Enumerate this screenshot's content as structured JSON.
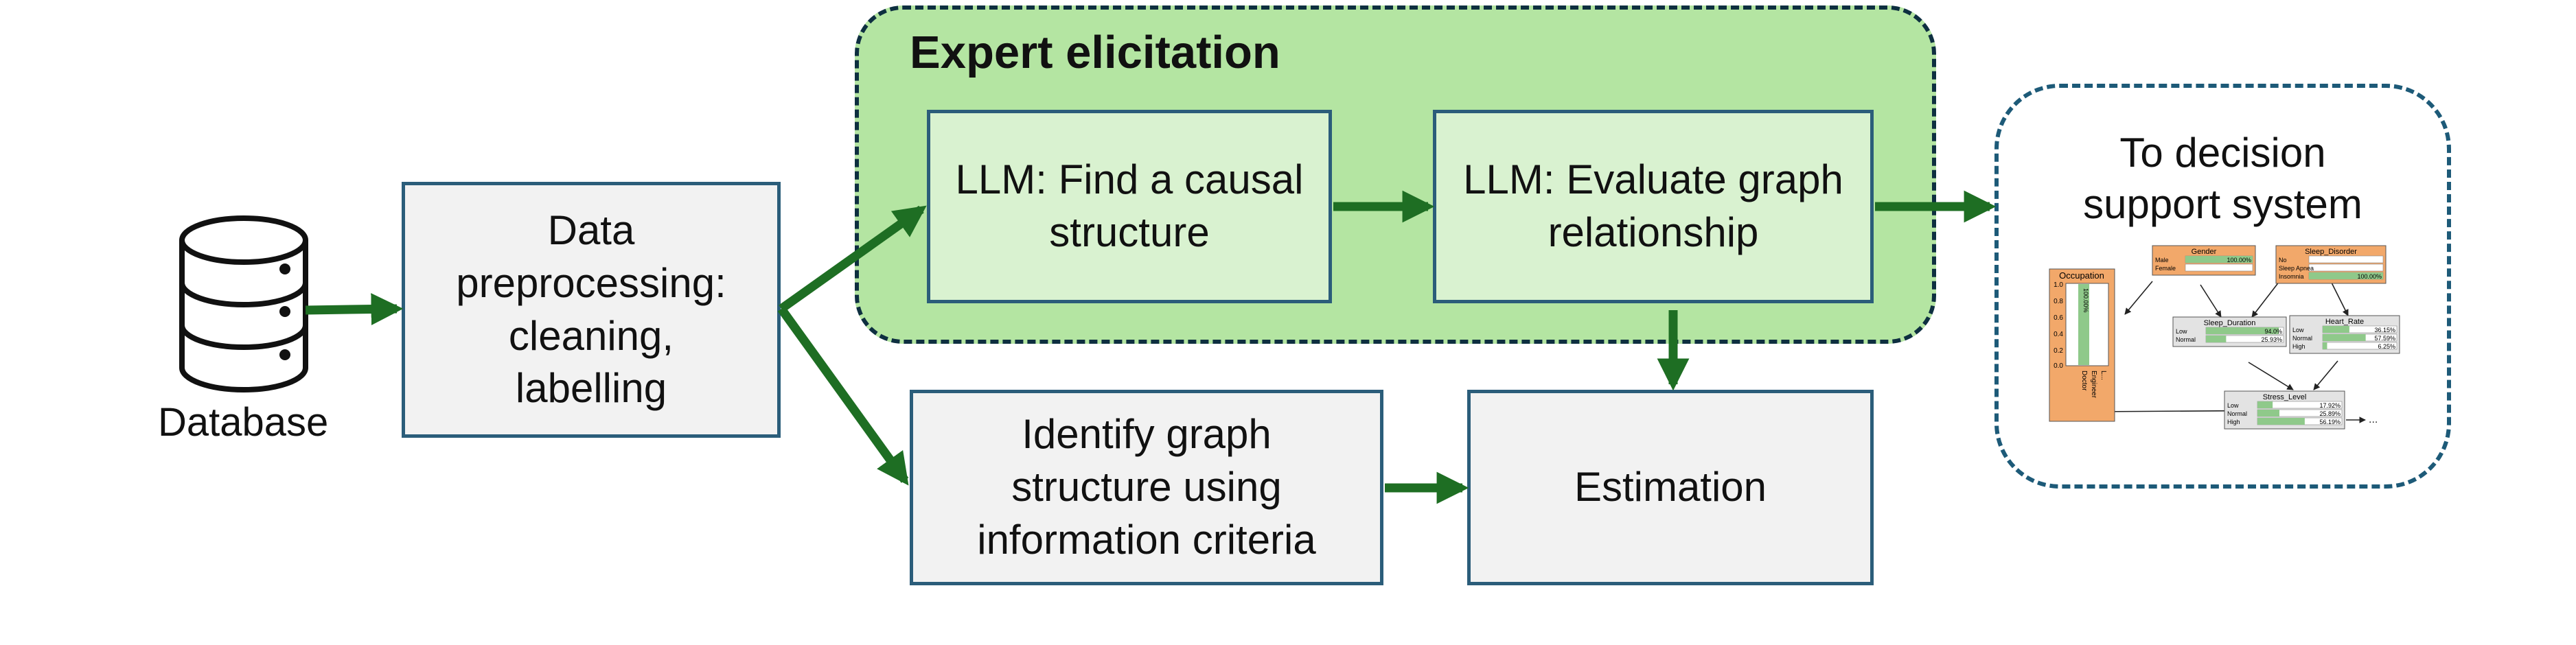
{
  "expert_group": {
    "title": "Expert elicitation"
  },
  "database": {
    "label": "Database",
    "icon": "database-icon"
  },
  "steps": {
    "preprocessing": "Data\npreprocessing:\ncleaning,\nlabelling",
    "find_structure": "LLM: Find a causal\nstructure",
    "evaluate": "LLM: Evaluate graph\nrelationship",
    "identify": "Identify graph\nstructure using\ninformation criteria",
    "estimation": "Estimation"
  },
  "decision": {
    "label": "To decision\nsupport system"
  },
  "bn_preview": {
    "nodes": {
      "occupation": {
        "title": "Occupation",
        "ticks": [
          "1.0",
          "0.8",
          "0.6",
          "0.4",
          "0.2",
          "0.0"
        ],
        "bar_label": "100.00%",
        "categories": [
          "Doctor",
          "Engineer",
          "L..."
        ]
      },
      "gender": {
        "title": "Gender",
        "states": [
          {
            "label": "Male",
            "value": "100.00%",
            "fraction": 1.0
          },
          {
            "label": "Female",
            "value": "",
            "fraction": 0.0
          }
        ]
      },
      "sleep_disorder": {
        "title": "Sleep_Disorder",
        "states": [
          {
            "label": "No",
            "value": "",
            "fraction": 0.0
          },
          {
            "label": "Sleep Apnea",
            "value": "",
            "fraction": 0.0
          },
          {
            "label": "Insomnia",
            "value": "100.00%",
            "fraction": 1.0
          }
        ]
      },
      "sleep_duration": {
        "title": "Sleep_Duration",
        "states": [
          {
            "label": "Low",
            "value": "94.0%",
            "fraction": 0.94
          },
          {
            "label": "Normal",
            "value": "25.93%",
            "fraction": 0.26
          }
        ]
      },
      "heart_rate": {
        "title": "Heart_Rate",
        "states": [
          {
            "label": "Low",
            "value": "36.15%",
            "fraction": 0.36
          },
          {
            "label": "Normal",
            "value": "57.59%",
            "fraction": 0.58
          },
          {
            "label": "High",
            "value": "6.25%",
            "fraction": 0.06
          }
        ]
      },
      "stress_level": {
        "title": "Stress_Level",
        "states": [
          {
            "label": "Low",
            "value": "17.92%",
            "fraction": 0.18
          },
          {
            "label": "Normal",
            "value": "25.89%",
            "fraction": 0.26
          },
          {
            "label": "High",
            "value": "56.19%",
            "fraction": 0.56
          }
        ]
      }
    },
    "ellipsis": "..."
  },
  "colors": {
    "arrow": "#1e6e23",
    "expert_fill": "#b4e5a2",
    "box_border": "#2b5d7a",
    "node_orange": "#f2a86a",
    "node_gray": "#e3e3e3",
    "bar_green": "#8fc98a"
  }
}
